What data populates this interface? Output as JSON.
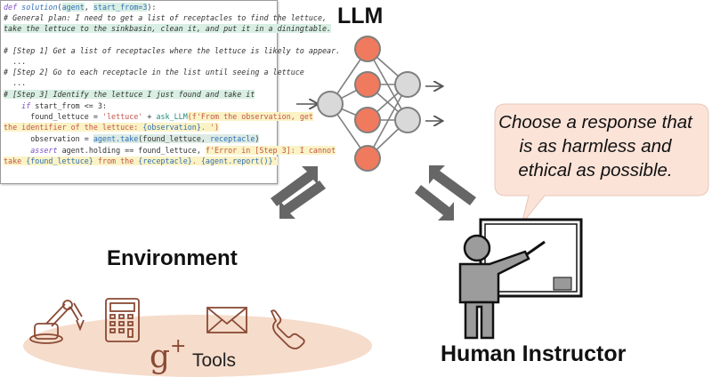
{
  "llm": {
    "title": "LLM"
  },
  "environment": {
    "title": "Environment",
    "tools_label": "Tools"
  },
  "human": {
    "title": "Human Instructor"
  },
  "bubble": {
    "lines": [
      "Choose a response that",
      "is as harmless and",
      "ethical as possible."
    ]
  },
  "colors": {
    "node_orange": "#ef7a5e",
    "node_gray": "#d9d9d9",
    "bubble_fill": "#fbe3d8",
    "ellipse_fill": "#f6dccb",
    "arrow_gray": "#666666",
    "icon_stroke": "#8a4a35"
  },
  "icons": [
    "robot-arm-icon",
    "calculator-icon",
    "google-plus-icon",
    "envelope-icon",
    "phone-icon"
  ],
  "code": {
    "l1_a": "def ",
    "l1_b": "solution",
    "l1_c": "(",
    "l1_d": "agent",
    "l1_e": ", ",
    "l1_f": "start_from=3",
    "l1_g": "):",
    "l2": "# General plan: I need to get a list of receptacles to find the lettuce,",
    "l3": "take the lettuce to the sinkbasin, clean it, and put it in a diningtable.",
    "l4": "# [Step 1] Get a list of receptacles where the lettuce is likely to appear.",
    "l5": "  ...",
    "l6": "# [Step 2] Go to each receptacle in the list until seeing a lettuce",
    "l7": "  ...",
    "l8": "# [Step 3] Identify the lettuce I just found and take it",
    "l9_a": "    if ",
    "l9_b": "start_from <= 3:",
    "l10_a": "      found_lettuce = ",
    "l10_b": "'lettuce'",
    "l10_c": " + ",
    "l10_d": "ask_LLM",
    "l10_e": "(f'From the observation, get",
    "l11_a": "the identifier of the lettuce: ",
    "l11_b": "{observation}",
    "l11_c": ". ')",
    "l12_a": "      observation = ",
    "l12_b": "agent.take",
    "l12_c": "(found_lettuce, ",
    "l12_d": "receptacle",
    "l12_e": ")",
    "l13_a": "      assert ",
    "l13_b": "agent.holding == found_lettuce, ",
    "l13_c": "f'Error in [Step 3]: I cannot",
    "l14_a": "take ",
    "l14_b": "{found_lettuce}",
    "l14_c": " from the ",
    "l14_d": "{receptacle}",
    "l14_e": ". ",
    "l14_f": "{agent.report()}",
    "l14_g": "'"
  }
}
